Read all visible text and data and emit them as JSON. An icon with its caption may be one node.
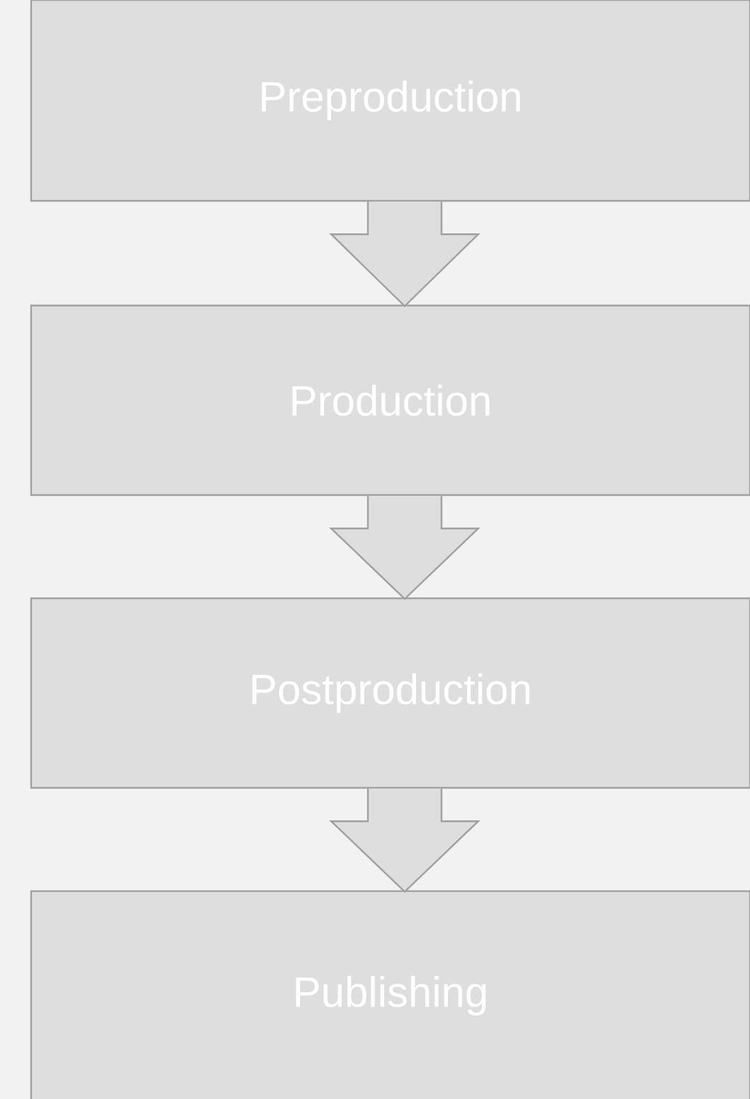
{
  "diagram": {
    "nodes": [
      {
        "text": [
          "Preproduction"
        ]
      },
      {
        "text": [
          "Production"
        ]
      },
      {
        "text": [
          "Postproduction"
        ]
      },
      {
        "text": [
          "Publishing"
        ]
      }
    ],
    "edges": [
      {
        "from": 0,
        "to": 1,
        "arrow": "to"
      },
      {
        "from": 1,
        "to": 2,
        "arrow": "to"
      },
      {
        "from": 2,
        "to": 3,
        "arrow": "to"
      }
    ]
  }
}
